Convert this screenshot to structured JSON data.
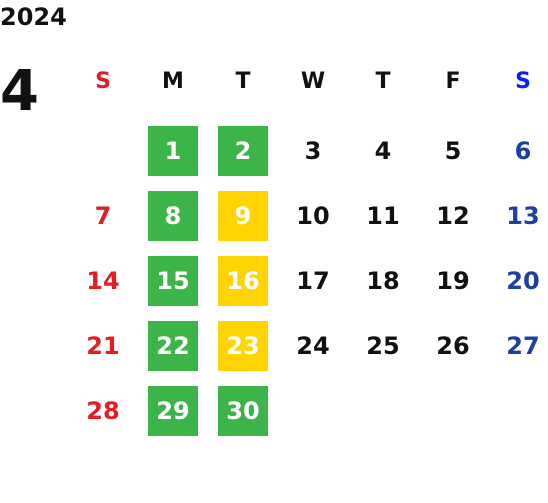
{
  "calendar": {
    "year": "2024",
    "month": "4",
    "weekdays": [
      "S",
      "M",
      "T",
      "W",
      "T",
      "F",
      "S"
    ],
    "weeks": [
      [
        "",
        "1",
        "2",
        "3",
        "4",
        "5",
        "6"
      ],
      [
        "7",
        "8",
        "9",
        "10",
        "11",
        "12",
        "13"
      ],
      [
        "14",
        "15",
        "16",
        "17",
        "18",
        "19",
        "20"
      ],
      [
        "21",
        "22",
        "23",
        "24",
        "25",
        "26",
        "27"
      ],
      [
        "28",
        "29",
        "30",
        "",
        "",
        "",
        ""
      ]
    ],
    "colors": {
      "sunday": "#e21d23",
      "saturday": "#1f3f9e",
      "saturday_header": "#0b1cff",
      "highlight_green": "#3bb54a",
      "highlight_yellow": "#ffd400"
    }
  }
}
